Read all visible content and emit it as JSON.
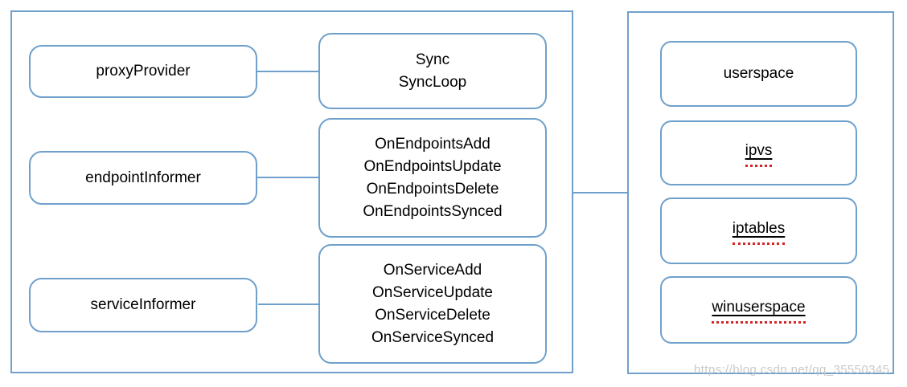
{
  "colors": {
    "line": "#6fa0cb",
    "text": "#000000",
    "squiggle": "#d32525",
    "watermark": "#c9c9c9"
  },
  "left_panel": {
    "pairs": [
      {
        "source_label": "proxyProvider",
        "target_lines": [
          "Sync",
          "SyncLoop"
        ]
      },
      {
        "source_label": "endpointInformer",
        "target_lines": [
          "OnEndpointsAdd",
          "OnEndpointsUpdate",
          "OnEndpointsDelete",
          "OnEndpointsSynced"
        ]
      },
      {
        "source_label": "serviceInformer",
        "target_lines": [
          "OnServiceAdd",
          "OnServiceUpdate",
          "OnServiceDelete",
          "OnServiceSynced"
        ]
      }
    ]
  },
  "right_panel": {
    "items": [
      {
        "label": "userspace",
        "spellcheck_underline": false
      },
      {
        "label": "ipvs",
        "spellcheck_underline": true
      },
      {
        "label": "iptables",
        "spellcheck_underline": true
      },
      {
        "label": "winuserspace",
        "spellcheck_underline": true
      }
    ]
  },
  "watermark": {
    "text": "https://blog.csdn.net/qq_35550345"
  }
}
